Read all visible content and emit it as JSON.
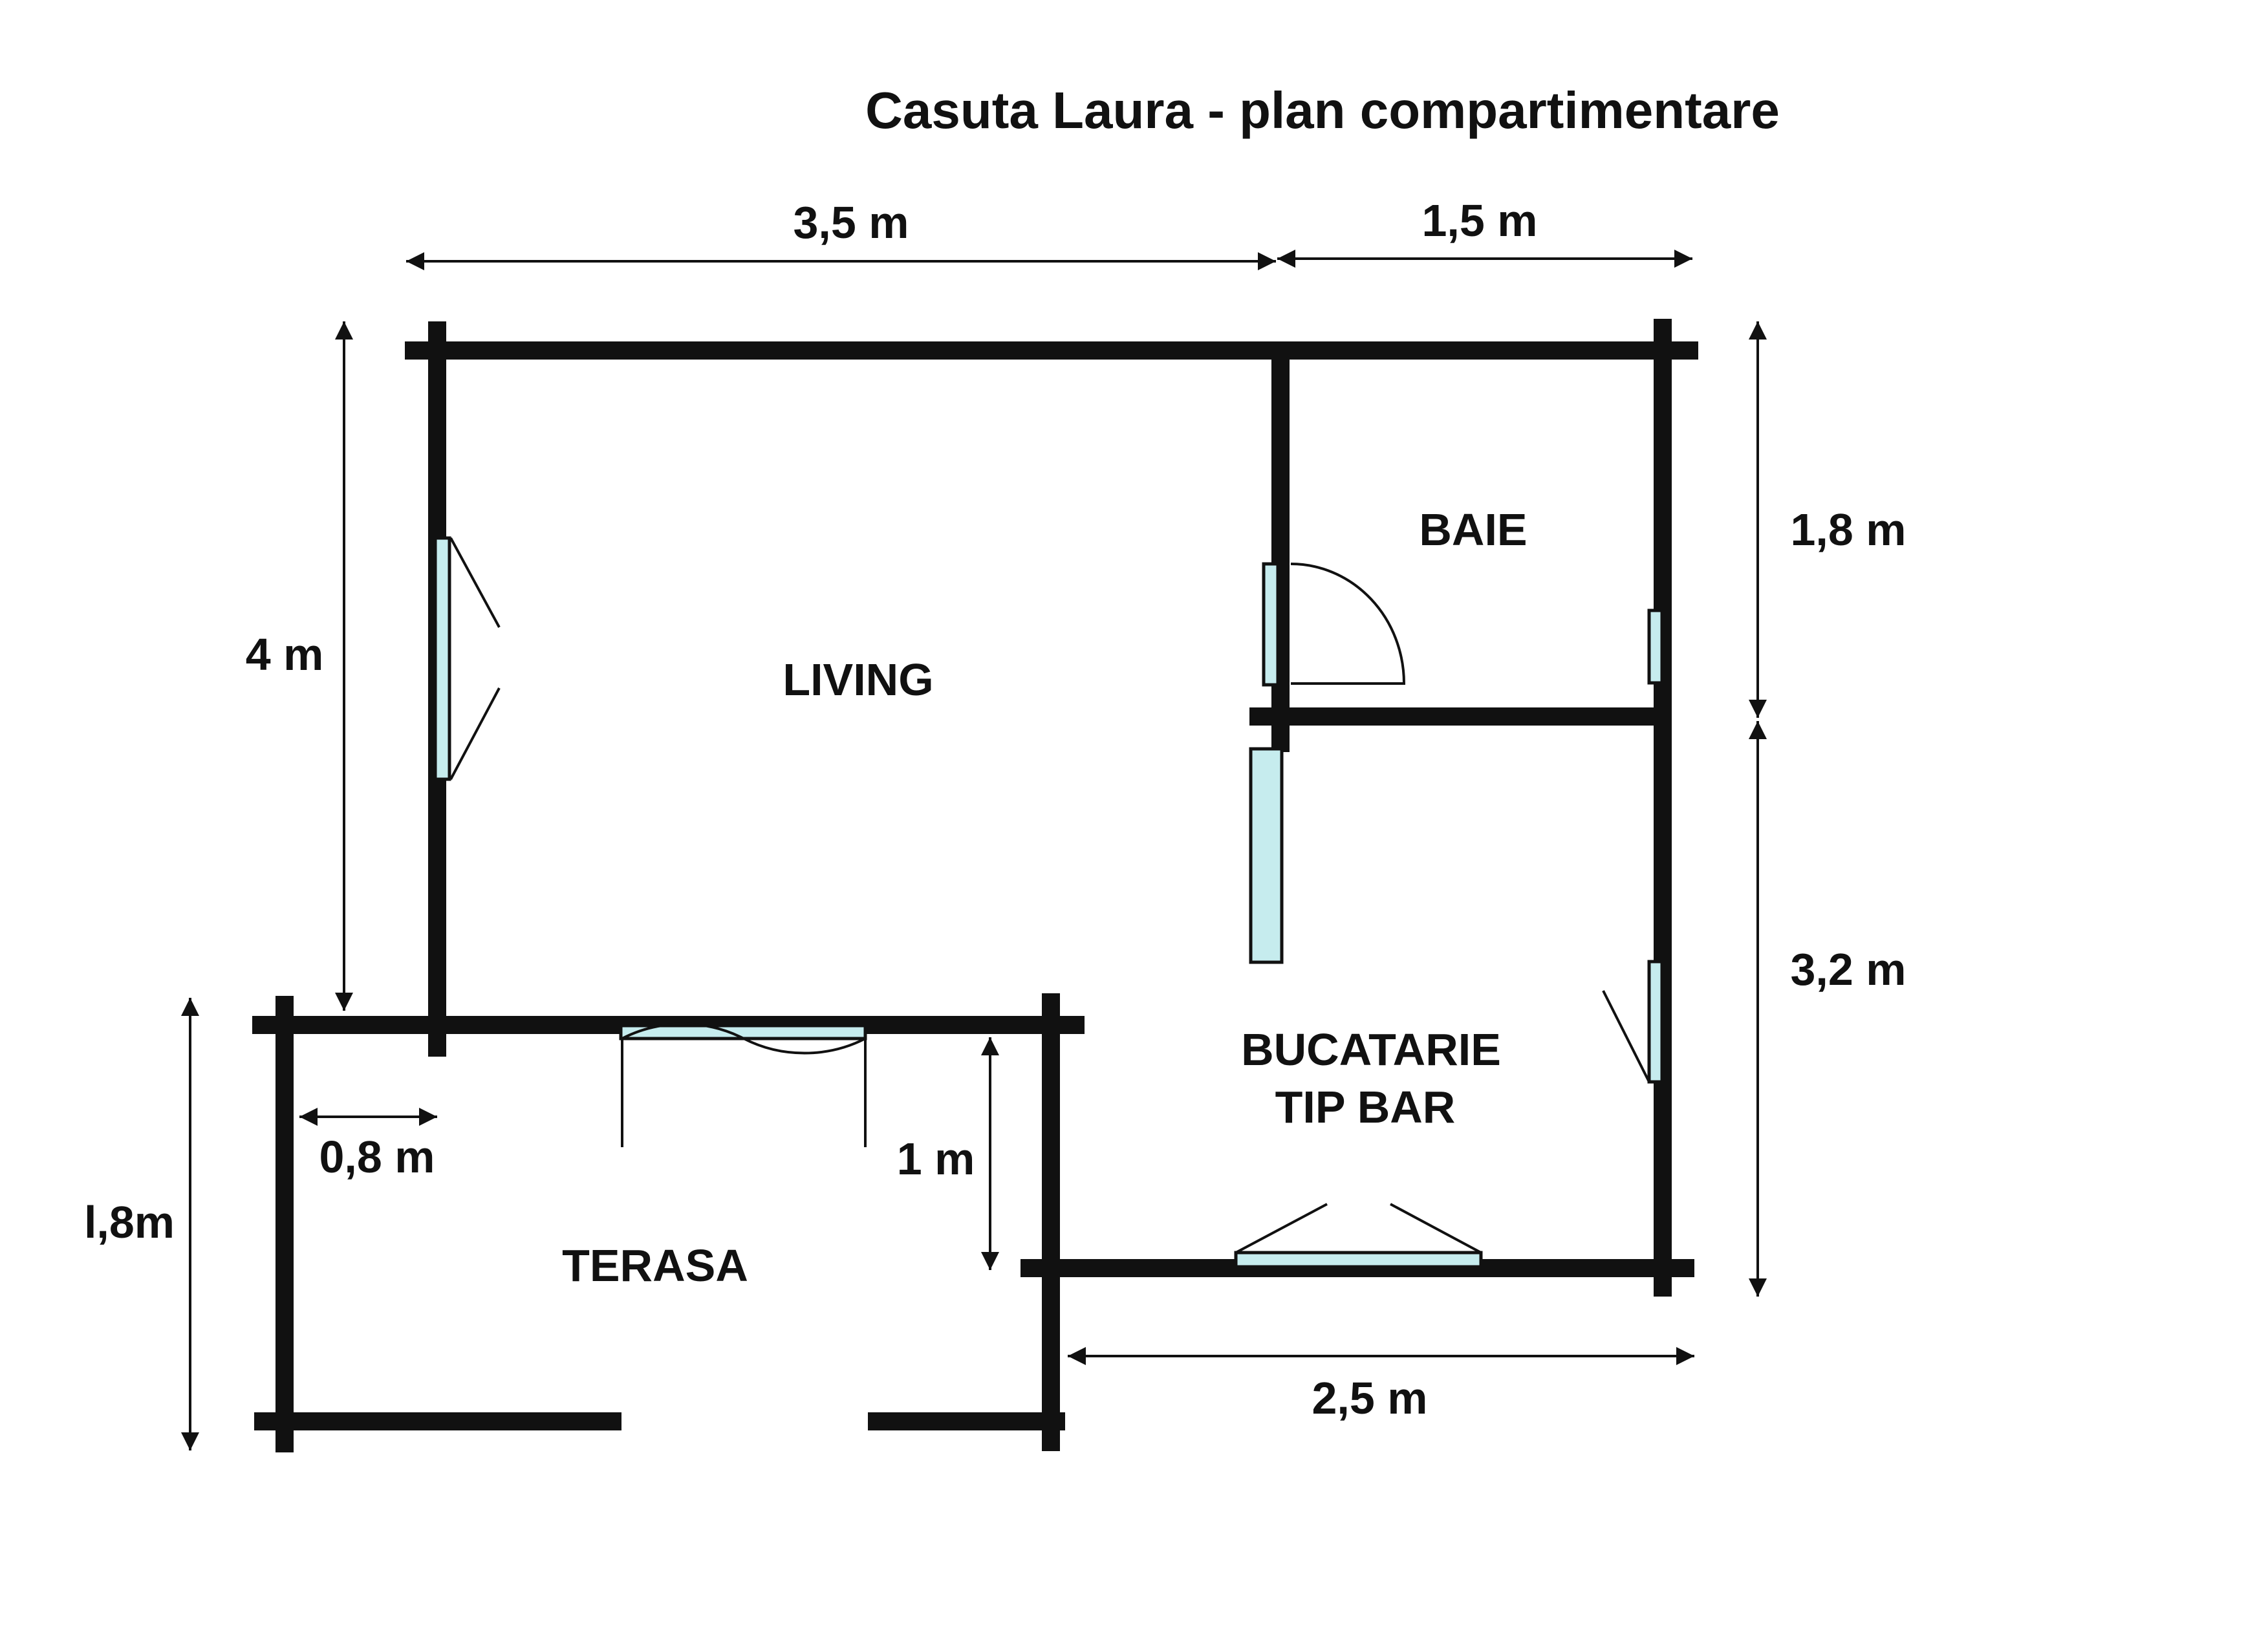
{
  "title": "Casuta Laura - plan compartimentare",
  "dimensions": {
    "top_left": "3,5 m",
    "top_right": "1,5 m",
    "left_height": "4 m",
    "right_upper": "1,8 m",
    "right_lower": "3,2 m",
    "bottom": "2,5 m",
    "terrace_height": "l,8m",
    "terrace_offset": "0,8 m",
    "terrace_depth": "1 m"
  },
  "rooms": {
    "living": "LIVING",
    "bathroom": "BAIE",
    "kitchen_line1": "BUCATARIE",
    "kitchen_line2": "TIP BAR",
    "terrace": "TERASA"
  },
  "colors": {
    "wall": "#111111",
    "glass": "#c6ecee",
    "background": "#ffffff"
  }
}
